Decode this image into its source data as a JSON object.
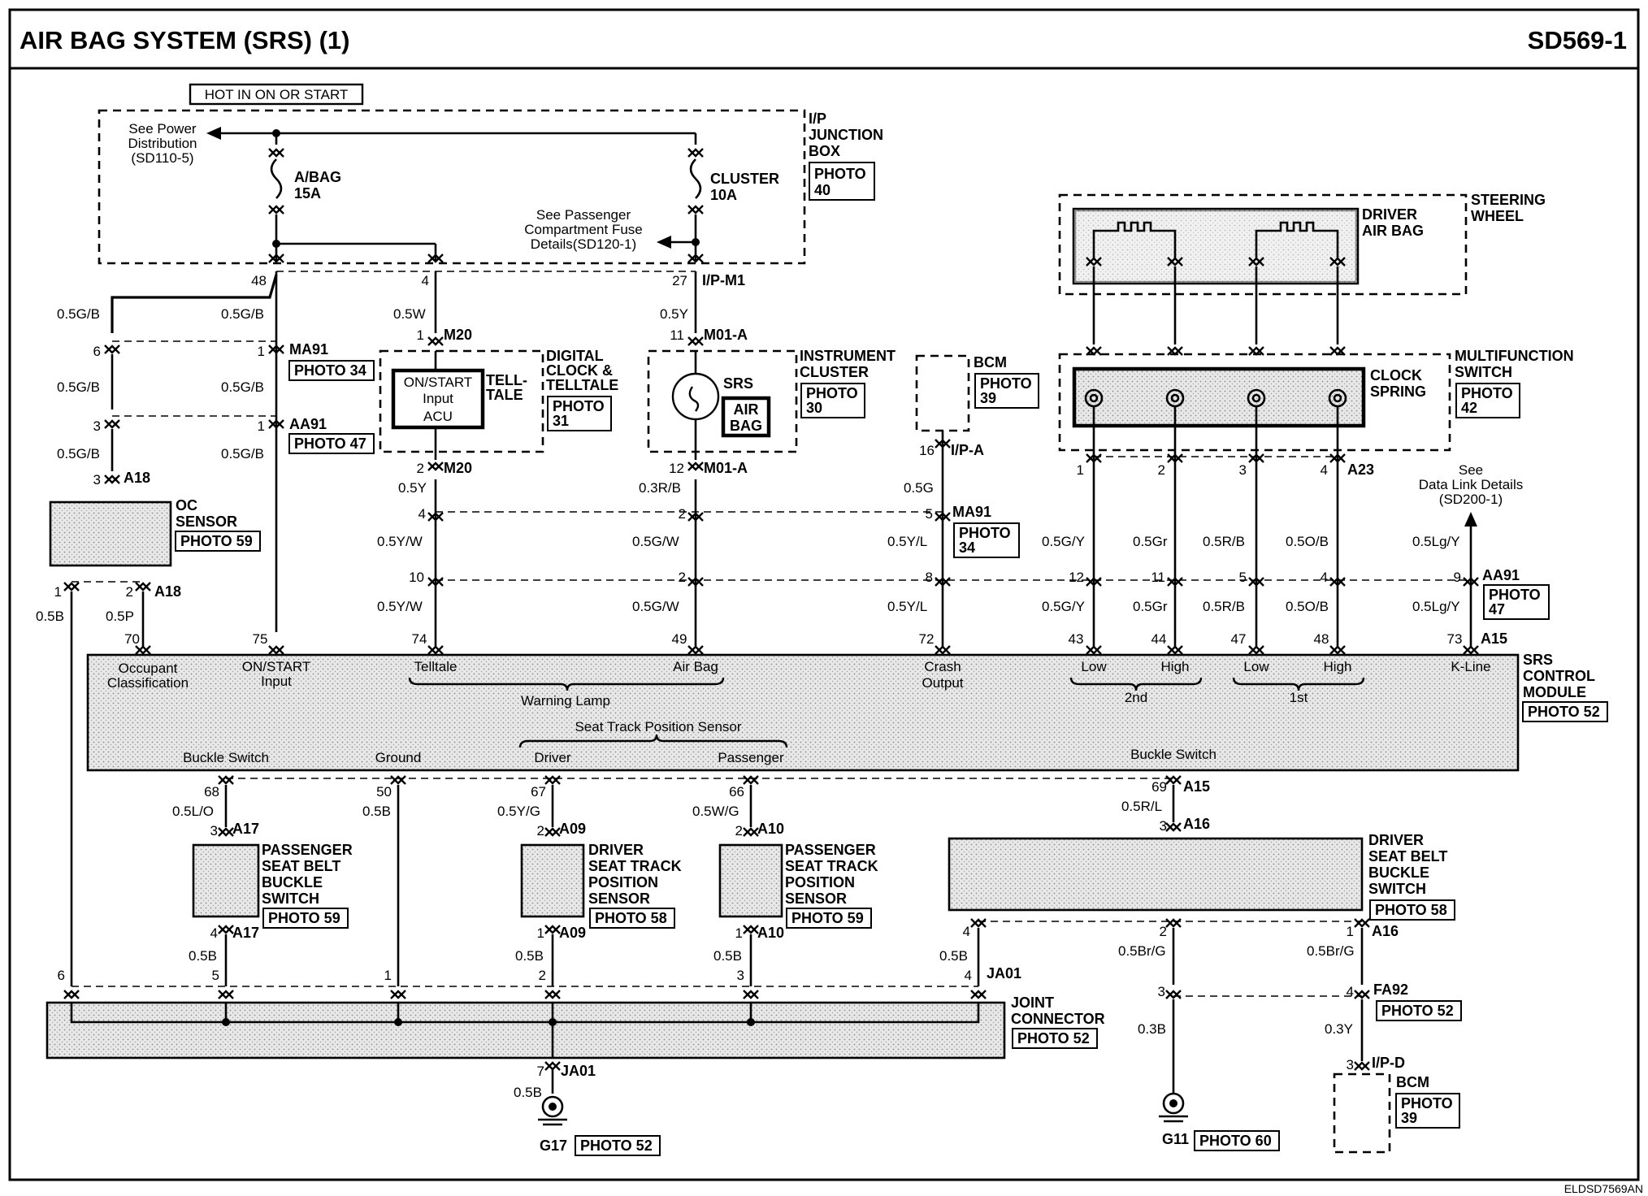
{
  "header": {
    "title": "AIR BAG SYSTEM (SRS) (1)",
    "code": "SD569-1"
  },
  "footer": {
    "ref": "ELDSD7569AN"
  },
  "hot_label": "HOT IN ON OR START",
  "power": {
    "see_power_1": "See Power",
    "see_power_2": "Distribution",
    "see_power_3": "(SD110-5)",
    "fuse_abag_1": "A/BAG",
    "fuse_abag_2": "15A",
    "fuse_cluster_1": "CLUSTER",
    "fuse_cluster_2": "10A",
    "see_pass_1": "See Passenger",
    "see_pass_2": "Compartment Fuse",
    "see_pass_3": "Details(SD120-1)",
    "jbox_1": "I/P",
    "jbox_2": "JUNCTION",
    "jbox_3": "BOX",
    "jbox_photo_1": "PHOTO",
    "jbox_photo_2": "40"
  },
  "components": {
    "digital_clock": {
      "l1": "DIGITAL",
      "l2": "CLOCK &",
      "l3": "TELLTALE",
      "photo1": "PHOTO",
      "photo2": "31",
      "acu1": "ON/START",
      "acu2": "Input",
      "acu3": "ACU",
      "tell1": "TELL-",
      "tell2": "TALE"
    },
    "instrument_cluster": {
      "l1": "INSTRUMENT",
      "l2": "CLUSTER",
      "photo1": "PHOTO",
      "photo2": "30",
      "srs": "SRS",
      "ab1": "AIR",
      "ab2": "BAG"
    },
    "bcm_top": {
      "l1": "BCM",
      "photo1": "PHOTO",
      "photo2": "39"
    },
    "steering": {
      "l1": "STEERING",
      "l2": "WHEEL",
      "dab1": "DRIVER",
      "dab2": "AIR BAG"
    },
    "multifunction": {
      "l1": "MULTIFUNCTION",
      "l2": "SWITCH",
      "photo1": "PHOTO",
      "photo2": "42",
      "cs1": "CLOCK",
      "cs2": "SPRING"
    },
    "oc_sensor": {
      "l1": "OC",
      "l2": "SENSOR",
      "photo": "PHOTO 59"
    },
    "srs_module": {
      "l1": "SRS",
      "l2": "CONTROL",
      "l3": "MODULE",
      "photo": "PHOTO 52",
      "occ1": "Occupant",
      "occ2": "Classification",
      "on1": "ON/START",
      "on2": "Input",
      "telltale": "Telltale",
      "airbag": "Air Bag",
      "warning": "Warning Lamp",
      "crash1": "Crash",
      "crash2": "Output",
      "low": "Low",
      "high": "High",
      "second": "2nd",
      "first": "1st",
      "kline": "K-Line",
      "buckle_l": "Buckle Switch",
      "ground": "Ground",
      "stps": "Seat Track Position Sensor",
      "driver": "Driver",
      "passenger": "Passenger",
      "buckle_r": "Buckle Switch"
    },
    "pass_buckle": {
      "l1": "PASSENGER",
      "l2": "SEAT BELT",
      "l3": "BUCKLE",
      "l4": "SWITCH",
      "photo": "PHOTO 59"
    },
    "driver_stps": {
      "l1": "DRIVER",
      "l2": "SEAT TRACK",
      "l3": "POSITION",
      "l4": "SENSOR",
      "photo": "PHOTO 58"
    },
    "pass_stps": {
      "l1": "PASSENGER",
      "l2": "SEAT TRACK",
      "l3": "POSITION",
      "l4": "SENSOR",
      "photo": "PHOTO 59"
    },
    "driver_buckle": {
      "l1": "DRIVER",
      "l2": "SEAT BELT",
      "l3": "BUCKLE",
      "l4": "SWITCH",
      "photo": "PHOTO 58"
    },
    "joint": {
      "l1": "JOINT",
      "l2": "CONNECTOR",
      "photo": "PHOTO 52"
    },
    "bcm_bottom": {
      "l1": "BCM",
      "photo1": "PHOTO",
      "photo2": "39"
    },
    "data_link": {
      "l1": "See",
      "l2": "Data Link Details",
      "l3": "(SD200-1)"
    }
  },
  "connectors": {
    "ma91": "MA91",
    "aa91": "AA91",
    "a18": "A18",
    "m20": "M20",
    "m01a": "M01-A",
    "ipm1": "I/P-M1",
    "ipa": "I/P-A",
    "a23": "A23",
    "a15": "A15",
    "a17": "A17",
    "a09": "A09",
    "a10": "A10",
    "a16": "A16",
    "ja01": "JA01",
    "fa92": "FA92",
    "ipd": "I/P-D",
    "g17": "G17",
    "g11": "G11",
    "photo34": "PHOTO 34",
    "photo47": "PHOTO 47",
    "photo34b1": "PHOTO",
    "photo34b2": "34",
    "photo47b1": "PHOTO",
    "photo47b2": "47",
    "photo52": "PHOTO 52",
    "photo60": "PHOTO 60"
  },
  "wires": {
    "g_b": "0.5G/B",
    "w": "0.5W",
    "y": "0.5Y",
    "yw": "0.5Y/W",
    "y_s": "0.5Y",
    "r_b": "0.3R/B",
    "gw": "0.5G/W",
    "g": "0.5G",
    "yl": "0.5Y/L",
    "gy": "0.5G/Y",
    "gr": "0.5Gr",
    "rb": "0.5R/B",
    "ob": "0.5O/B",
    "lgy": "0.5Lg/Y",
    "b": "0.5B",
    "p": "0.5P",
    "lo": "0.5L/O",
    "yg": "0.5Y/G",
    "wg": "0.5W/G",
    "rl": "0.5R/L",
    "brg": "0.5Br/G",
    "b3": "0.3B",
    "y3": "0.3Y"
  },
  "pins": {
    "p48": "48",
    "p4": "4",
    "p27": "27",
    "p6": "6",
    "p1": "1",
    "p3": "3",
    "p2": "2",
    "p11": "11",
    "p12": "12",
    "p16": "16",
    "p5": "5",
    "p10": "10",
    "p8": "8",
    "p70": "70",
    "p75": "75",
    "p74": "74",
    "p49": "49",
    "p72": "72",
    "p43": "43",
    "p44": "44",
    "p47": "47",
    "p73": "73",
    "p9": "9",
    "p68": "68",
    "p50": "50",
    "p67": "67",
    "p66": "66",
    "p69": "69",
    "p7": "7"
  }
}
